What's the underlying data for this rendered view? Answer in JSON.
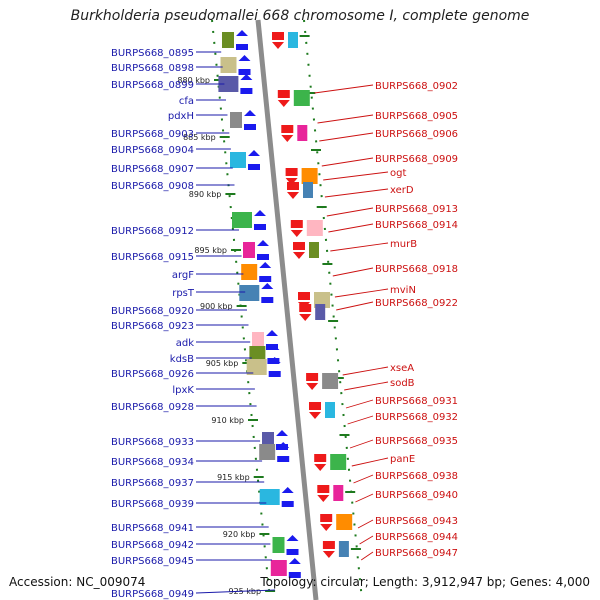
{
  "title": "Burkholderia pseudomallei 668 chromosome I, complete genome",
  "footer": {
    "accession": "Accession: NC_009074",
    "summary": "Topology: circular; Length: 3,912,947 bp; Genes: 4,000"
  },
  "colors": {
    "backbone": "#8c8c8c",
    "forward": "#1a1aee",
    "reverse": "#ee1a1a",
    "left_label": "#1a1aaa",
    "right_label": "#cc1111",
    "ticks": "#1e7a1e"
  },
  "kbp_markers": [
    "880 kbp",
    "885 kbp",
    "890 kbp",
    "895 kbp",
    "900 kbp",
    "905 kbp",
    "910 kbp",
    "915 kbp",
    "920 kbp",
    "925 kbp"
  ],
  "left_genes": [
    "BURPS668_0895",
    "BURPS668_0898",
    "BURPS668_0899",
    "cfa",
    "pdxH",
    "BURPS668_0903",
    "BURPS668_0904",
    "BURPS668_0907",
    "BURPS668_0908",
    "BURPS668_0912",
    "BURPS668_0915",
    "argF",
    "rpsT",
    "BURPS668_0920",
    "BURPS668_0923",
    "adk",
    "kdsB",
    "BURPS668_0926",
    "lpxK",
    "BURPS668_0928",
    "BURPS668_0933",
    "BURPS668_0934",
    "BURPS668_0937",
    "BURPS668_0939",
    "BURPS668_0941",
    "BURPS668_0942",
    "BURPS668_0945",
    "BURPS668_0949"
  ],
  "right_genes": [
    "BURPS668_0902",
    "BURPS668_0905",
    "BURPS668_0906",
    "BURPS668_0909",
    "ogt",
    "xerD",
    "BURPS668_0913",
    "BURPS668_0914",
    "murB",
    "BURPS668_0918",
    "mviN",
    "BURPS668_0922",
    "xseA",
    "sodB",
    "BURPS668_0931",
    "BURPS668_0932",
    "BURPS668_0935",
    "panE",
    "BURPS668_0938",
    "BURPS668_0940",
    "BURPS668_0943",
    "BURPS668_0944",
    "BURPS668_0947"
  ]
}
